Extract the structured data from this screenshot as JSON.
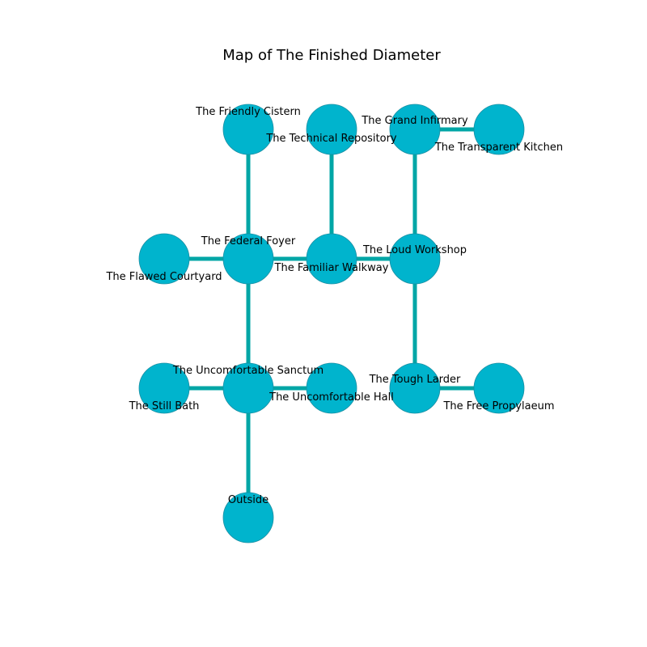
{
  "title": "Map of The Finished Diameter",
  "colors": {
    "node_fill": "#00b4cd",
    "node_stroke": "#1a8fa3",
    "edge": "#00a6a6",
    "text": "#000000",
    "background": "#ffffff"
  },
  "rooms": [
    {
      "id": "friendly_cistern",
      "name": "The Friendly Cistern"
    },
    {
      "id": "technical_repository",
      "name": "The Technical Repository"
    },
    {
      "id": "grand_infirmary",
      "name": "The Grand Infirmary"
    },
    {
      "id": "transparent_kitchen",
      "name": "The Transparent Kitchen"
    },
    {
      "id": "flawed_courtyard",
      "name": "The Flawed Courtyard"
    },
    {
      "id": "federal_foyer",
      "name": "The Federal Foyer"
    },
    {
      "id": "familiar_walkway",
      "name": "The Familiar Walkway"
    },
    {
      "id": "loud_workshop",
      "name": "The Loud Workshop"
    },
    {
      "id": "still_bath",
      "name": "The Still Bath"
    },
    {
      "id": "uncomfortable_sanctum",
      "name": "The Uncomfortable Sanctum"
    },
    {
      "id": "uncomfortable_hall",
      "name": "The Uncomfortable Hall"
    },
    {
      "id": "tough_larder",
      "name": "The Tough Larder"
    },
    {
      "id": "free_propylaeum",
      "name": "The Free Propylaeum"
    },
    {
      "id": "outside",
      "name": "Outside"
    }
  ],
  "connections": [
    [
      "friendly_cistern",
      "federal_foyer"
    ],
    [
      "technical_repository",
      "familiar_walkway"
    ],
    [
      "grand_infirmary",
      "transparent_kitchen"
    ],
    [
      "grand_infirmary",
      "loud_workshop"
    ],
    [
      "flawed_courtyard",
      "federal_foyer"
    ],
    [
      "federal_foyer",
      "familiar_walkway"
    ],
    [
      "familiar_walkway",
      "loud_workshop"
    ],
    [
      "federal_foyer",
      "uncomfortable_sanctum"
    ],
    [
      "loud_workshop",
      "tough_larder"
    ],
    [
      "still_bath",
      "uncomfortable_sanctum"
    ],
    [
      "uncomfortable_sanctum",
      "uncomfortable_hall"
    ],
    [
      "tough_larder",
      "free_propylaeum"
    ],
    [
      "uncomfortable_sanctum",
      "outside"
    ]
  ]
}
